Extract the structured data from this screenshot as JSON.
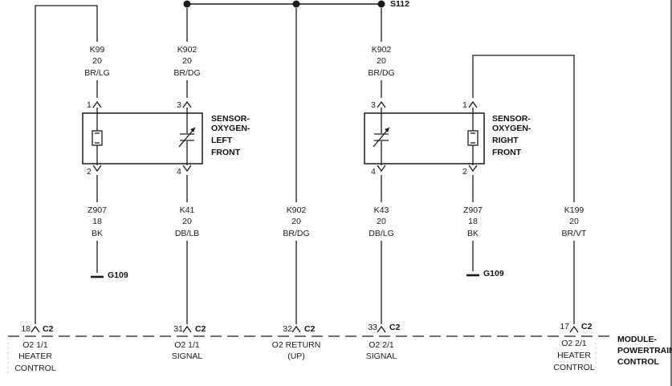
{
  "splice": {
    "label": "S112"
  },
  "sensors": {
    "left": {
      "line1": "SENSOR-",
      "line2": "OXYGEN-",
      "line3": "LEFT",
      "line4": "FRONT",
      "pin_heater_in": "1",
      "pin_signal_in": "3",
      "pin_heater_out": "2",
      "pin_signal_out": "4"
    },
    "right": {
      "line1": "SENSOR-",
      "line2": "OXYGEN-",
      "line3": "RIGHT",
      "line4": "FRONT",
      "pin_signal_in": "3",
      "pin_heater_in": "1",
      "pin_signal_out": "4",
      "pin_heater_out": "2"
    }
  },
  "wires_top": [
    {
      "circuit": "K99",
      "gauge": "20",
      "color": "BR/LG"
    },
    {
      "circuit": "K902",
      "gauge": "20",
      "color": "BR/DG"
    },
    {
      "circuit": "K902",
      "gauge": "20",
      "color": "BR/DG"
    }
  ],
  "wires_bottom": [
    {
      "circuit": "Z907",
      "gauge": "18",
      "color": "BK"
    },
    {
      "circuit": "K41",
      "gauge": "20",
      "color": "DB/LB"
    },
    {
      "circuit": "K902",
      "gauge": "20",
      "color": "BR/DG"
    },
    {
      "circuit": "K43",
      "gauge": "20",
      "color": "DB/LG"
    },
    {
      "circuit": "Z907",
      "gauge": "18",
      "color": "BK"
    },
    {
      "circuit": "K199",
      "gauge": "20",
      "color": "BR/VT"
    }
  ],
  "grounds": [
    {
      "label": "G109"
    },
    {
      "label": "G109"
    }
  ],
  "module": {
    "line1": "MODULE-",
    "line2": "POWERTRAIN",
    "line3": "CONTROL",
    "pins": [
      {
        "pin": "18",
        "connector": "C2",
        "line1": "O2 1/1",
        "line2": "HEATER",
        "line3": "CONTROL"
      },
      {
        "pin": "31",
        "connector": "C2",
        "line1": "O2 1/1",
        "line2": "SIGNAL",
        "line3": ""
      },
      {
        "pin": "32",
        "connector": "C2",
        "line1": "O2 RETURN",
        "line2": "(UP)",
        "line3": ""
      },
      {
        "pin": "33",
        "connector": "C2",
        "line1": "O2 2/1",
        "line2": "SIGNAL",
        "line3": ""
      },
      {
        "pin": "17",
        "connector": "C2",
        "line1": "O2 2/1",
        "line2": "HEATER",
        "line3": "CONTROL"
      }
    ]
  }
}
